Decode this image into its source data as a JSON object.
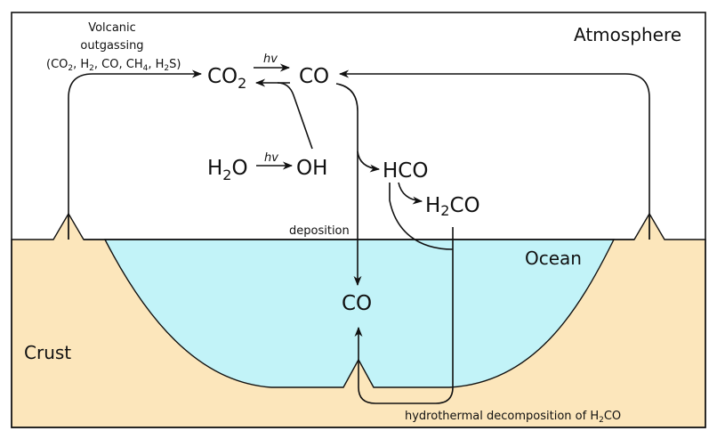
{
  "colors": {
    "crust": "#fce6bb",
    "ocean": "#c2f3f8",
    "line": "#111111"
  },
  "labels": {
    "atmosphere": "Atmosphere",
    "ocean": "Ocean",
    "crust": "Crust",
    "volcanic_1": "Volcanic",
    "volcanic_2": "outgassing",
    "volcanic_3_a": "(CO",
    "volcanic_3_b": "2",
    "volcanic_3_c": ", H",
    "volcanic_3_d": "2",
    "volcanic_3_e": ", CO, CH",
    "volcanic_3_f": "4",
    "volcanic_3_g": ", H",
    "volcanic_3_h": "2",
    "volcanic_3_i": "S)",
    "deposition": "deposition",
    "hydrothermal_a": "hydrothermal decomposition of H",
    "hydrothermal_b": "2",
    "hydrothermal_c": "CO"
  },
  "species": {
    "co2_main": "CO",
    "co2_sub": "2",
    "co_atm": "CO",
    "h2o_a": "H",
    "h2o_sub": "2",
    "h2o_b": "O",
    "oh": "OH",
    "hco": "HCO",
    "h2co_a": "H",
    "h2co_sub": "2",
    "h2co_b": "CO",
    "co_ocean": "CO"
  },
  "hv": "hv"
}
